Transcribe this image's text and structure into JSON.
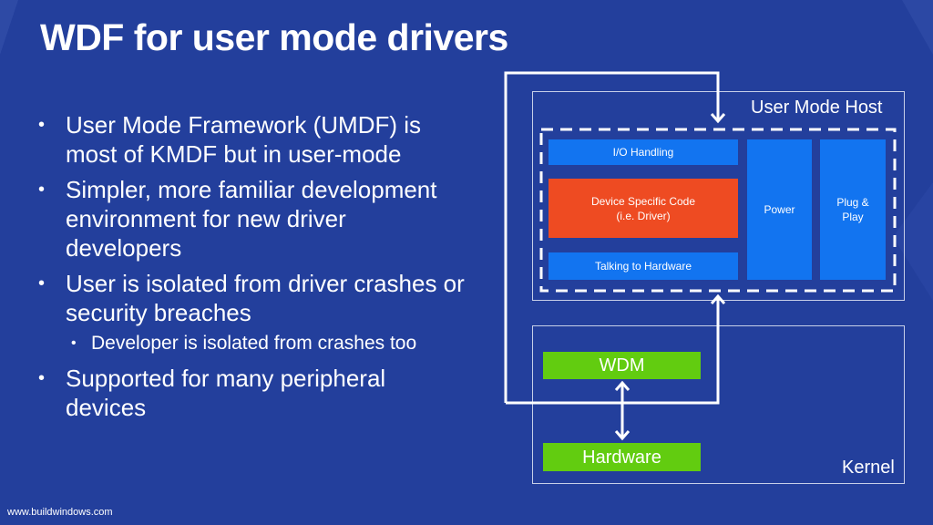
{
  "slide": {
    "title": "WDF for user mode drivers",
    "footer": "www.buildwindows.com"
  },
  "bullets": [
    {
      "text": "User Mode Framework (UMDF) is most of KMDF but in user-mode",
      "level": 1
    },
    {
      "text": "Simpler, more familiar development environment for new driver developers",
      "level": 1
    },
    {
      "text": "User is isolated from driver crashes or security breaches",
      "level": 1
    },
    {
      "text": "Developer is isolated from crashes too",
      "level": 2
    },
    {
      "text": "Supported for many peripheral devices",
      "level": 1
    }
  ],
  "diagram": {
    "user_mode_host": "User Mode Host",
    "kernel": "Kernel",
    "io_handling": "I/O Handling",
    "device_code_line1": "Device Specific Code",
    "device_code_line2": "(i.e. Driver)",
    "talking_to_hardware": "Talking to Hardware",
    "power": "Power",
    "plug_line1": "Plug &",
    "plug_line2": "Play",
    "wdm": "WDM",
    "hardware": "Hardware"
  },
  "colors": {
    "background": "#233f9c",
    "blue_block": "#1274f0",
    "red_block": "#ee4b22",
    "green_block": "#62cc10"
  }
}
